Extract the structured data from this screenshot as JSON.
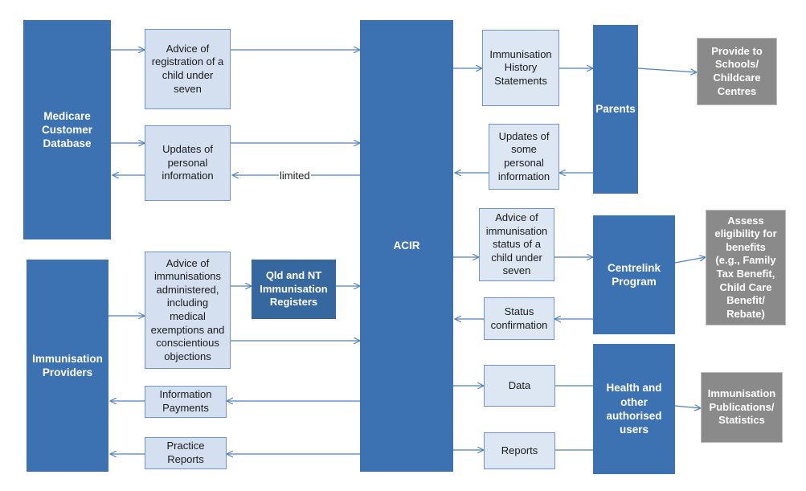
{
  "colors": {
    "entity_fill": "#3d72b2",
    "flow_fill": "#d4dff0",
    "flow_border": "#6f95c6",
    "output_fill": "#8a8a8a",
    "arrow": "#4f81bd"
  },
  "entities": {
    "medicare": "Medicare\nCustomer\nDatabase",
    "immunisation_providers": "Immunisation\nProviders",
    "acir": "ACIR",
    "parents": "Parents",
    "centrelink": "Centrelink\nProgram",
    "health_users": "Health and\nother\nauthorised\nusers"
  },
  "flows": {
    "advice_registration": "Advice of\nregistration of a\nchild under\nseven",
    "updates_personal": "Updates of\npersonal\ninformation",
    "advice_immunisations": "Advice of\nimmunisations\nadministered,\nincluding\nmedical\nexemptions and\nconscientious\nobjections",
    "information_payments": "Information\nPayments",
    "practice_reports": "Practice\nReports",
    "history_statements": "Immunisation\nHistory\nStatements",
    "updates_some_personal": "Updates of\nsome\npersonal\ninformation",
    "advice_status": "Advice of\nimmunisation\nstatus of a\nchild under\nseven",
    "status_confirmation": "Status\nconfirmation",
    "data": "Data",
    "reports": "Reports"
  },
  "registers": "Qld and NT\nImmunisation\nRegisters",
  "outputs": {
    "schools": "Provide to\nSchools/\nChildcare\nCentres",
    "benefits": "Assess\neligibility for\nbenefits\n(e.g., Family\nTax Benefit,\nChild Care\nBenefit/\nRebate)",
    "publications": "Immunisation\nPublications/\nStatistics"
  },
  "edge_labels": {
    "limited": "limited"
  }
}
